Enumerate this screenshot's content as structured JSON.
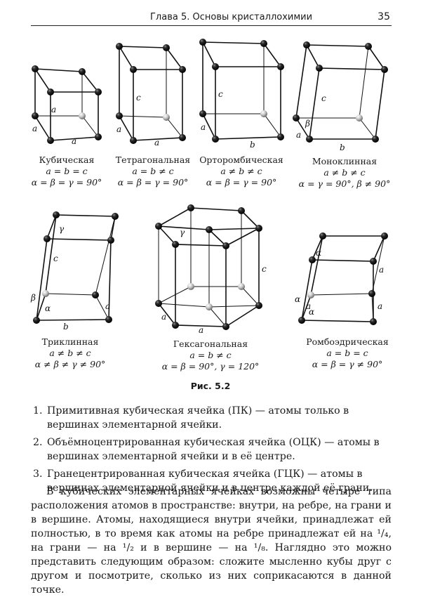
{
  "header": {
    "chapter": "Глава 5. Основы кристаллохимии",
    "page_number": "35"
  },
  "cells": [
    {
      "name": "Кубическая",
      "eq1": "a = b = c",
      "eq2": "α = β = γ = 90°"
    },
    {
      "name": "Тетрагональная",
      "eq1": "a = b ≠ c",
      "eq2": "α = β = γ = 90°"
    },
    {
      "name": "Орторомбическая",
      "eq1": "a ≠ b ≠ c",
      "eq2": "α = β = γ = 90°"
    },
    {
      "name": "Моноклинная",
      "eq1": "a ≠ b ≠ c",
      "eq2": "α = γ = 90°, β ≠ 90°"
    },
    {
      "name": "Триклинная",
      "eq1": "a ≠ b ≠ c",
      "eq2": "α ≠ β ≠ γ ≠ 90°"
    },
    {
      "name": "Гексагональная",
      "eq1": "a = b ≠ c",
      "eq2": "α = β = 90°, γ = 120°"
    },
    {
      "name": "Ромбоэдрическая",
      "eq1": "a = b = c",
      "eq2": "α = β = γ ≠ 90°"
    }
  ],
  "labels": {
    "a": "a",
    "b": "b",
    "c": "c",
    "alpha": "α",
    "beta": "β",
    "gamma": "γ"
  },
  "figure_title": "Рис. 5.2",
  "list": [
    {
      "num": "1.",
      "text": "Примитивная кубическая ячейка (ПК) — атомы только в вершинах элементарной ячейки."
    },
    {
      "num": "2.",
      "text": "Объёмноцентрированная кубическая ячейка (ОЦК) — атомы в вершинах элементарной ячейки и в её центре."
    },
    {
      "num": "3.",
      "text": "Гранецентрированная кубическая ячейка (ГЦК) — атомы в вершинах элементарной ячейки и в центре каждой её грани."
    }
  ],
  "paragraph": "В кубических элементарных ячейках возможны четыре типа расположения атомов в пространстве: внутри, на ребре, на грани и в вершине. Атомы, находящиеся внутри ячейки, принадлежат ей полностью, в то время как атомы на ребре принадлежат ей на ¹/₄, на грани — на ¹/₂ и в вершине — на ¹/₈. Наглядно это можно представить следующим образом: сложите мысленно кубы друг с другом и посмотрите, сколько из них соприкасаются в данной точке."
}
